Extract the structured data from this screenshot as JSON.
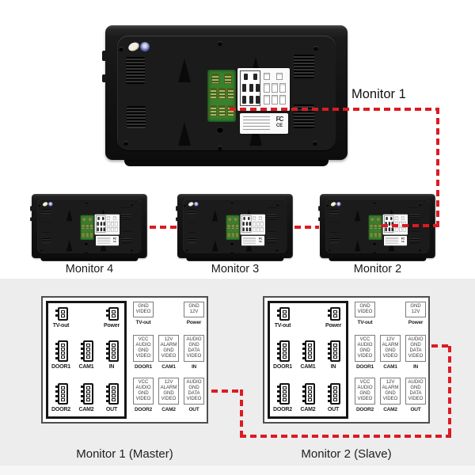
{
  "colors": {
    "wire": "#dc1b22",
    "pcb_green": "#35822f",
    "pad_gold_light": "#e7c96a",
    "pad_gold_dark": "#b88f2e"
  },
  "top_monitor": {
    "label": "Monitor 1"
  },
  "middle_monitors": [
    {
      "label": "Monitor 4"
    },
    {
      "label": "Monitor 3"
    },
    {
      "label": "Monitor 2"
    }
  ],
  "device_labels": {
    "cert_marks": [
      "FC",
      "CE"
    ]
  },
  "diagrams": [
    {
      "caption": "Monitor 1 (Master)",
      "ports": [
        {
          "id": "tvout",
          "label": "TV-out",
          "pins": 2,
          "row": 1,
          "col": 1,
          "pin_lines": [
            "GND",
            "VIDEO"
          ]
        },
        {
          "id": "power",
          "label": "Power",
          "pins": 2,
          "row": 1,
          "col": 3,
          "pin_lines": [
            "GND",
            "12V"
          ]
        },
        {
          "id": "door1",
          "label": "DOOR1",
          "pins": 4,
          "row": 2,
          "col": 1,
          "pin_lines": [
            "VCC",
            "AUDIO",
            "GND",
            "VIDEO"
          ]
        },
        {
          "id": "cam1",
          "label": "CAM1",
          "pins": 4,
          "row": 2,
          "col": 2,
          "pin_lines": [
            "12V",
            "ALARM",
            "GND",
            "VIDEO"
          ]
        },
        {
          "id": "in",
          "label": "IN",
          "pins": 4,
          "row": 2,
          "col": 3,
          "pin_lines": [
            "AUDIO",
            "GND",
            "DATA",
            "VIDEO"
          ]
        },
        {
          "id": "door2",
          "label": "DOOR2",
          "pins": 4,
          "row": 3,
          "col": 1,
          "pin_lines": [
            "VCC",
            "AUDIO",
            "GND",
            "VIDEO"
          ]
        },
        {
          "id": "cam2",
          "label": "CAM2",
          "pins": 4,
          "row": 3,
          "col": 2,
          "pin_lines": [
            "12V",
            "ALARM",
            "GND",
            "VIDEO"
          ]
        },
        {
          "id": "out",
          "label": "OUT",
          "pins": 4,
          "row": 3,
          "col": 3,
          "pin_lines": [
            "AUDIO",
            "GND",
            "DATA",
            "VIDEO"
          ]
        }
      ]
    },
    {
      "caption": "Monitor 2 (Slave)",
      "ports": [
        {
          "id": "tvout",
          "label": "TV-out",
          "pins": 2,
          "row": 1,
          "col": 1,
          "pin_lines": [
            "GND",
            "VIDEO"
          ]
        },
        {
          "id": "power",
          "label": "Power",
          "pins": 2,
          "row": 1,
          "col": 3,
          "pin_lines": [
            "GND",
            "12V"
          ]
        },
        {
          "id": "door1",
          "label": "DOOR1",
          "pins": 4,
          "row": 2,
          "col": 1,
          "pin_lines": [
            "VCC",
            "AUDIO",
            "GND",
            "VIDEO"
          ]
        },
        {
          "id": "cam1",
          "label": "CAM1",
          "pins": 4,
          "row": 2,
          "col": 2,
          "pin_lines": [
            "12V",
            "ALARM",
            "GND",
            "VIDEO"
          ]
        },
        {
          "id": "in",
          "label": "IN",
          "pins": 4,
          "row": 2,
          "col": 3,
          "pin_lines": [
            "AUDIO",
            "GND",
            "DATA",
            "VIDEO"
          ]
        },
        {
          "id": "door2",
          "label": "DOOR2",
          "pins": 4,
          "row": 3,
          "col": 1,
          "pin_lines": [
            "VCC",
            "AUDIO",
            "GND",
            "VIDEO"
          ]
        },
        {
          "id": "cam2",
          "label": "CAM2",
          "pins": 4,
          "row": 3,
          "col": 2,
          "pin_lines": [
            "12V",
            "ALARM",
            "GND",
            "VIDEO"
          ]
        },
        {
          "id": "out",
          "label": "OUT",
          "pins": 4,
          "row": 3,
          "col": 3,
          "pin_lines": [
            "AUDIO",
            "GND",
            "DATA",
            "VIDEO"
          ]
        }
      ]
    }
  ]
}
